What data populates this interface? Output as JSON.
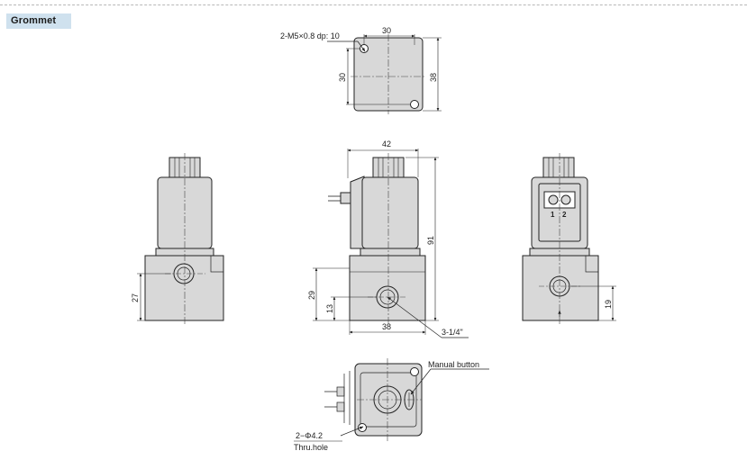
{
  "section_title": "Grommet",
  "top_view": {
    "thread_callout": "2-M5×0.8 dp: 10",
    "dim_width": "30",
    "dim_pitch": "30",
    "dim_height": "38"
  },
  "left_view": {
    "dim_port_height": "27"
  },
  "front_view": {
    "dim_coil_width": "42",
    "dim_total_height": "91",
    "dim_body_height": "29",
    "dim_port_center": "13",
    "dim_body_width": "38",
    "port_callout": "3-1/4\""
  },
  "right_view": {
    "terminal_1": "1",
    "terminal_2": "2",
    "dim_port_height": "19"
  },
  "bottom_view": {
    "manual_button": "Manual button",
    "hole_callout": "2−Φ4.2",
    "hole_note": "Thru.hole"
  },
  "colors": {
    "body_fill": "#d8d8d8",
    "line": "#222222",
    "tag_background": "#cfe1ee"
  }
}
